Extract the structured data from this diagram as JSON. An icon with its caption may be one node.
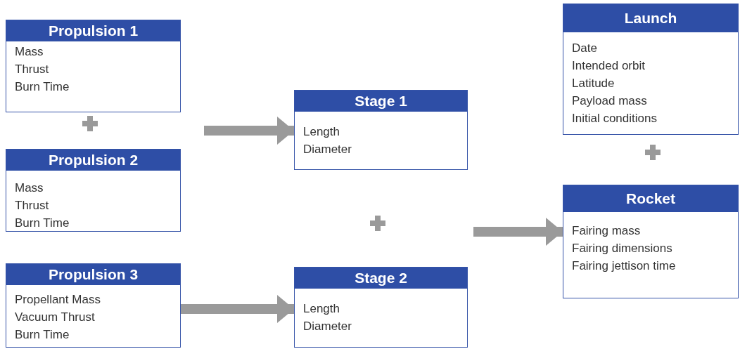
{
  "diagram": {
    "nodes": [
      {
        "text": [
          "Propulsion 1",
          "Mass",
          "Thrust",
          "Burn Time"
        ]
      },
      {
        "text": [
          "Propulsion 2",
          "Mass",
          "Thrust",
          "Burn Time"
        ]
      },
      {
        "text": [
          "Propulsion 3",
          "Propellant Mass",
          "Vacuum Thrust",
          "Burn Time"
        ]
      },
      {
        "text": [
          "Stage 1",
          "Length",
          "Diameter"
        ]
      },
      {
        "text": [
          "Stage 2",
          "Length",
          "Diameter"
        ]
      },
      {
        "text": [
          "Launch",
          "Date",
          "Intended orbit",
          "Latitude",
          "Payload mass",
          "Initial conditions"
        ]
      },
      {
        "text": [
          "Rocket",
          "Fairing mass",
          "Fairing dimensions",
          "Fairing jettison time"
        ]
      }
    ],
    "edges": [
      {
        "from": null,
        "to": 3,
        "arrow": "to"
      },
      {
        "from": 2,
        "to": 4,
        "arrow": "to"
      },
      {
        "from": null,
        "to": 6,
        "arrow": "to"
      }
    ]
  }
}
